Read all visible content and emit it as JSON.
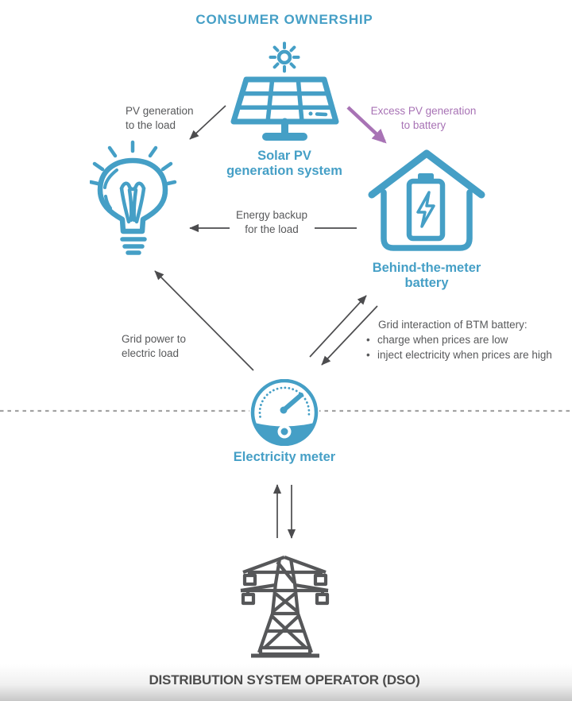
{
  "title": "CONSUMER OWNERSHIP",
  "nodes": {
    "solar": {
      "label_line1": "Solar PV",
      "label_line2": "generation system"
    },
    "battery": {
      "label_line1": "Behind-the-meter",
      "label_line2": "battery"
    },
    "meter": {
      "label": "Electricity meter"
    },
    "dso": {
      "label": "DISTRIBUTION SYSTEM OPERATOR (DSO)"
    }
  },
  "annotations": {
    "pv_to_load": {
      "line1": "PV generation",
      "line2": "to the load"
    },
    "excess_pv": {
      "line1": "Excess PV generation",
      "line2": "to battery"
    },
    "energy_backup": {
      "line1": "Energy backup",
      "line2": "for the load"
    },
    "grid_power": {
      "line1": "Grid power to",
      "line2": "electric load"
    },
    "grid_interaction": {
      "title": "Grid interaction of BTM battery:",
      "bullets": [
        "charge when prices are low",
        "inject electricity when prices are high"
      ]
    }
  },
  "icons": [
    "sun-icon",
    "solar-panel-icon",
    "light-bulb-icon",
    "house-battery-icon",
    "electricity-meter-icon",
    "transmission-tower-icon"
  ],
  "colors": {
    "accent_blue": "#459FC6",
    "accent_purple": "#A873B5",
    "text_gray": "#58595B",
    "dso_dark": "#4D4D4D"
  }
}
